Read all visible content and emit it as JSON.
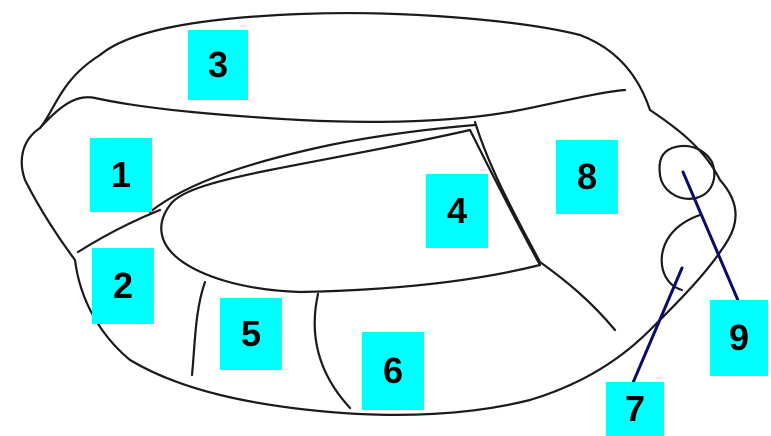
{
  "diagram": {
    "label_fill": "#00ffff",
    "line_color": "#1a1a1a",
    "pointer_color": "#0b0b6b",
    "labels": {
      "l1": "1",
      "l2": "2",
      "l3": "3",
      "l4": "4",
      "l5": "5",
      "l6": "6",
      "l7": "7",
      "l8": "8",
      "l9": "9"
    }
  }
}
